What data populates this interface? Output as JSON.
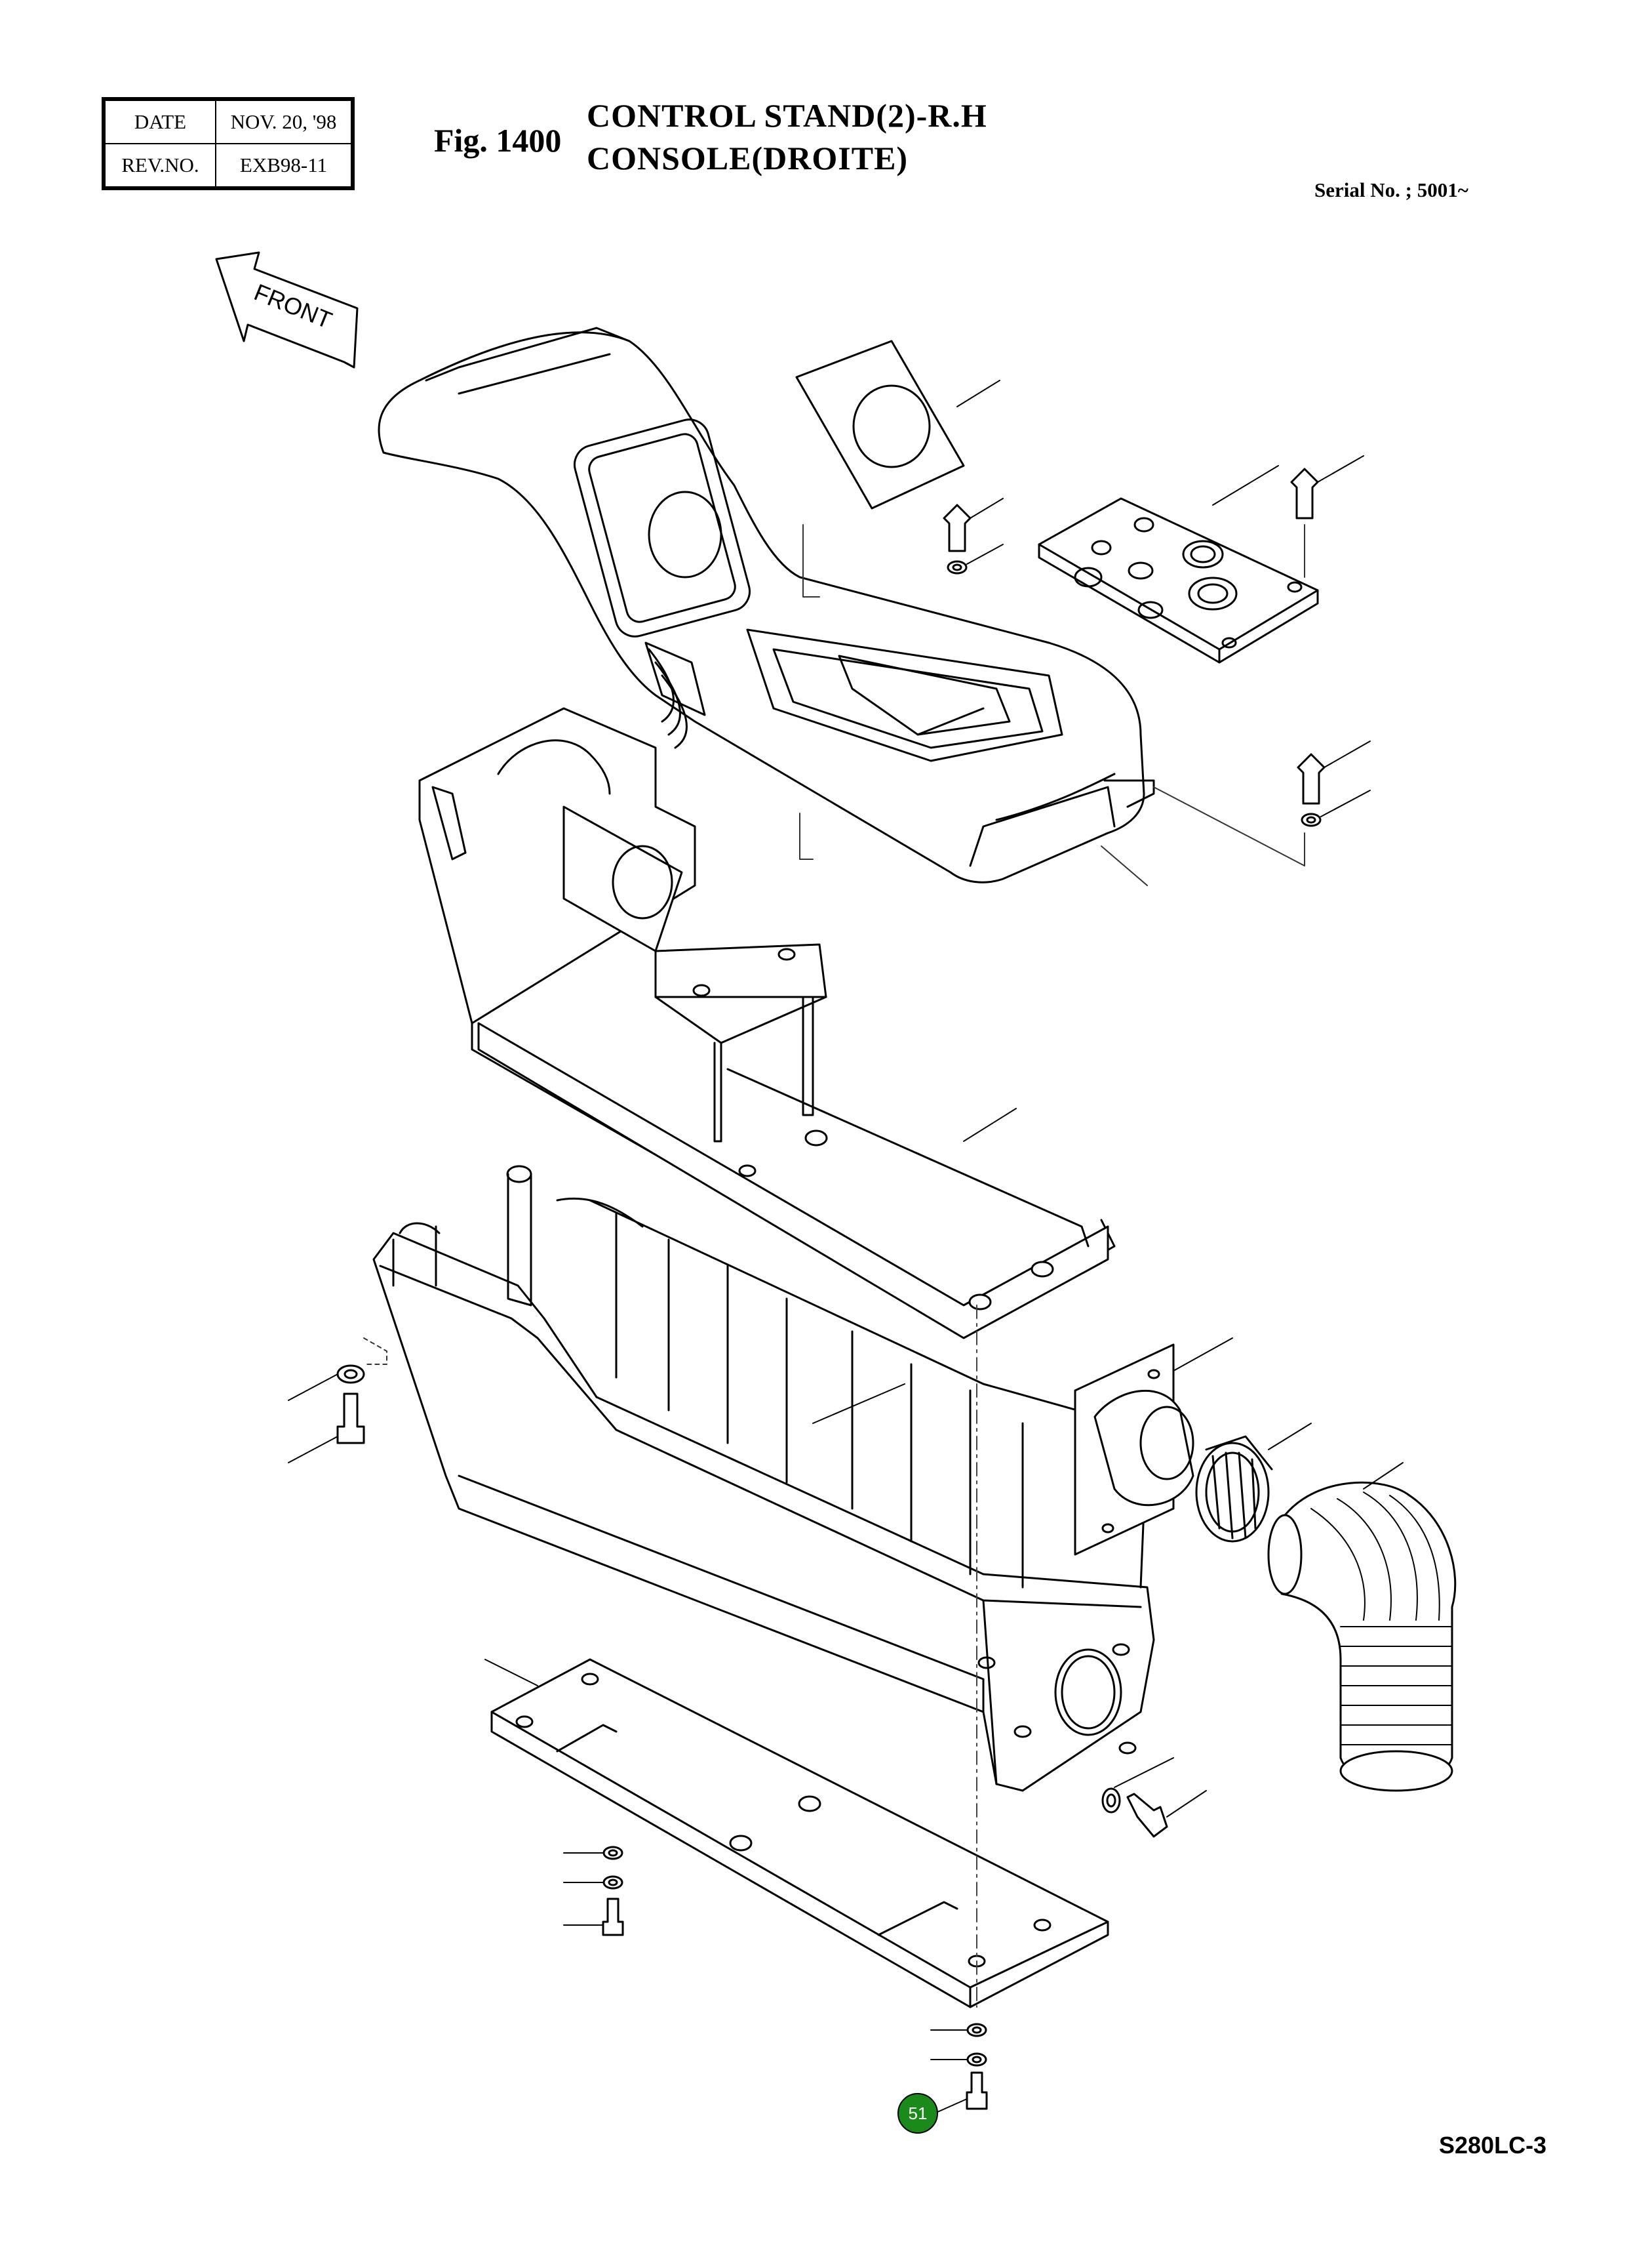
{
  "revision": {
    "date_label": "DATE",
    "date_value": "NOV. 20, '98",
    "rev_label": "REV.NO.",
    "rev_value": "EXB98-11"
  },
  "figure": {
    "number": "Fig. 1400",
    "title_line1": "CONTROL STAND(2)-R.H",
    "title_line2": "CONSOLE(DROITE)"
  },
  "serial": "Serial No. ; 5001~",
  "front_arrow_label": "FRONT",
  "callouts": [
    {
      "label": "51",
      "color": "#1a8a1a"
    }
  ],
  "model": "S280LC-3"
}
